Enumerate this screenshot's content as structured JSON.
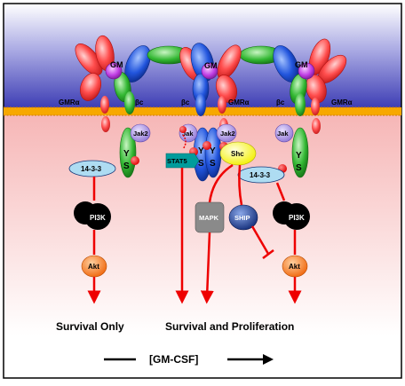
{
  "labels": {
    "gm": "GM",
    "gmr_alpha": "GMRα",
    "beta_c": "βc",
    "jak2": "Jak2",
    "jak": "Jak",
    "y": "Y",
    "s": "S",
    "p14_3_3": "14-3-3",
    "pi3k": "PI3K",
    "akt": "Akt",
    "stat5": "STAT5",
    "shc": "Shc",
    "mapk": "MAPK",
    "ship": "SHIP"
  },
  "outcomes": {
    "survival_only": "Survival Only",
    "survival_proliferation": "Survival and Proliferation"
  },
  "concentration": "[GM-CSF]",
  "colors": {
    "background_top": "#3a3ab0",
    "background_bottom": "#f6c0c0",
    "membrane": "#f5a400",
    "gmr_alpha": "#e83030",
    "beta_c_blue": "#1a4fd0",
    "beta_c_green": "#2fb52f",
    "gm": "#c040e0",
    "jak": "#9a7cd8",
    "phospho": "#ff0000",
    "adaptor": "#a9d8f0",
    "stat5": "#009c9c",
    "shc": "#ffff55",
    "mapk": "#888888",
    "ship": "#1f3f8f",
    "pi3k": "#000000",
    "akt": "#ff7a1a",
    "arrow": "#ee0000"
  }
}
